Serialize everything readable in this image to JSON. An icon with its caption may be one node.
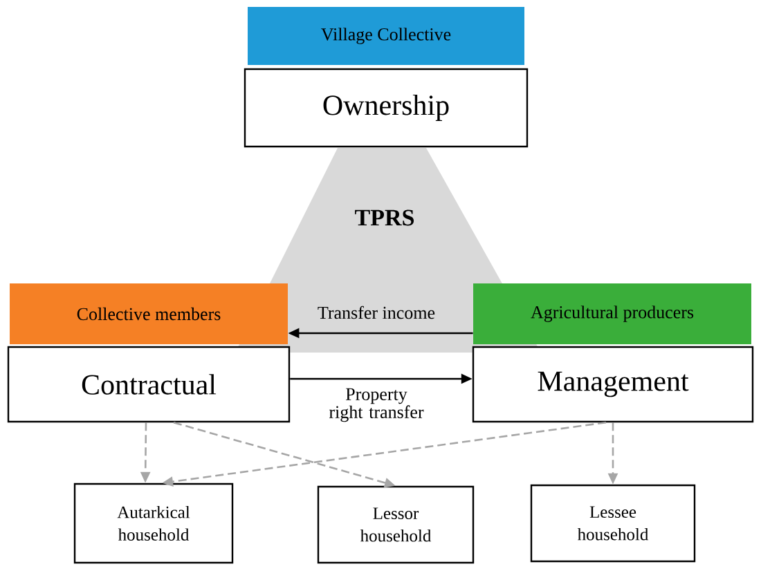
{
  "diagram": {
    "nodes": [
      {
        "text": [
          "Village Collective"
        ]
      },
      {
        "text": [
          "Ownership"
        ]
      },
      {
        "text": [
          "TPRS"
        ]
      },
      {
        "text": [
          "Collective members"
        ]
      },
      {
        "text": [
          "Contractual"
        ]
      },
      {
        "text": [
          "Agricultural producers"
        ]
      },
      {
        "text": [
          "Management"
        ]
      },
      {
        "text": [
          "Autarkical household"
        ]
      },
      {
        "text": [
          "Lessor household"
        ]
      },
      {
        "text": [
          "Lessee household"
        ]
      }
    ],
    "edges": [
      {
        "from": 5,
        "to": 3,
        "arrow": "to",
        "label": "Transfer income",
        "color": "#000000"
      },
      {
        "from": 4,
        "to": 6,
        "arrow": "to",
        "label": "Property right transfer",
        "color": "#000000"
      },
      {
        "from": 4,
        "to": 7,
        "arrow": "to",
        "style": "dashed",
        "color": "#a6a6a6"
      },
      {
        "from": 4,
        "to": 8,
        "arrow": "to",
        "style": "dashed",
        "color": "#a6a6a6"
      },
      {
        "from": 6,
        "to": 7,
        "arrow": "to",
        "style": "dashed",
        "color": "#a6a6a6"
      },
      {
        "from": 6,
        "to": 9,
        "arrow": "to",
        "style": "dashed",
        "color": "#a6a6a6"
      }
    ]
  }
}
